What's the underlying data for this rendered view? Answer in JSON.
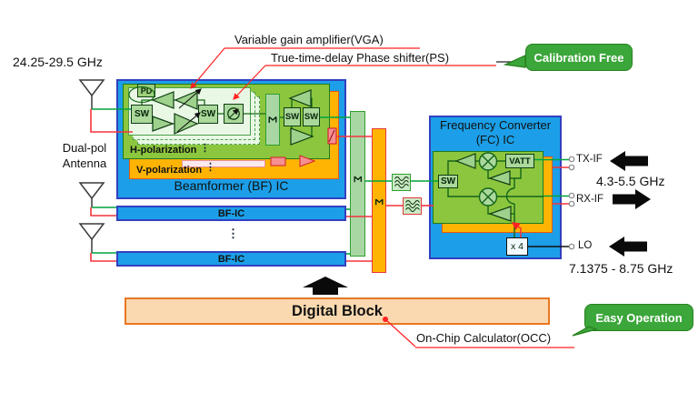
{
  "annotations": {
    "vga": "Variable gain amplifier(VGA)",
    "ps": "True-time-delay Phase shifter(PS)",
    "occ": "On-Chip Calculator(OCC)"
  },
  "badges": {
    "calibration": "Calibration Free",
    "easy": "Easy Operation"
  },
  "left": {
    "rf_freq": "24.25-29.5 GHz",
    "antenna_line1": "Dual-pol",
    "antenna_line2": "Antenna"
  },
  "bf": {
    "title": "Beamformer (BF) IC",
    "bar_label": "BF-IC",
    "h_pol": "H-polarization",
    "v_pol": "V-polarization",
    "pd": "PD",
    "sw": "SW",
    "sigma": "Σ",
    "dots": "⋮"
  },
  "fc": {
    "title_line1": "Frequency Converter",
    "title_line2": "(FC) IC",
    "sw": "SW",
    "vatt": "VATT",
    "x4": "x 4"
  },
  "right": {
    "tx": "TX-IF",
    "tx_freq": "4.3-5.5 GHz",
    "rx": "RX-IF",
    "lo": "LO",
    "lo_freq": "7.1375 - 8.75 GHz"
  },
  "bottom": {
    "digital": "Digital Block"
  },
  "colors": {
    "chip_blue": "#1C9FE8",
    "chip_border": "#3240C0",
    "green_block": "#8CC63E",
    "orange_block": "#FFB404",
    "wire_green": "#00A33E",
    "wire_red": "#F4333C",
    "badge_green": "#3BA639",
    "digital_fill": "#FBD9B0",
    "digital_border": "#E87722",
    "annotation_red": "#FF2121"
  }
}
